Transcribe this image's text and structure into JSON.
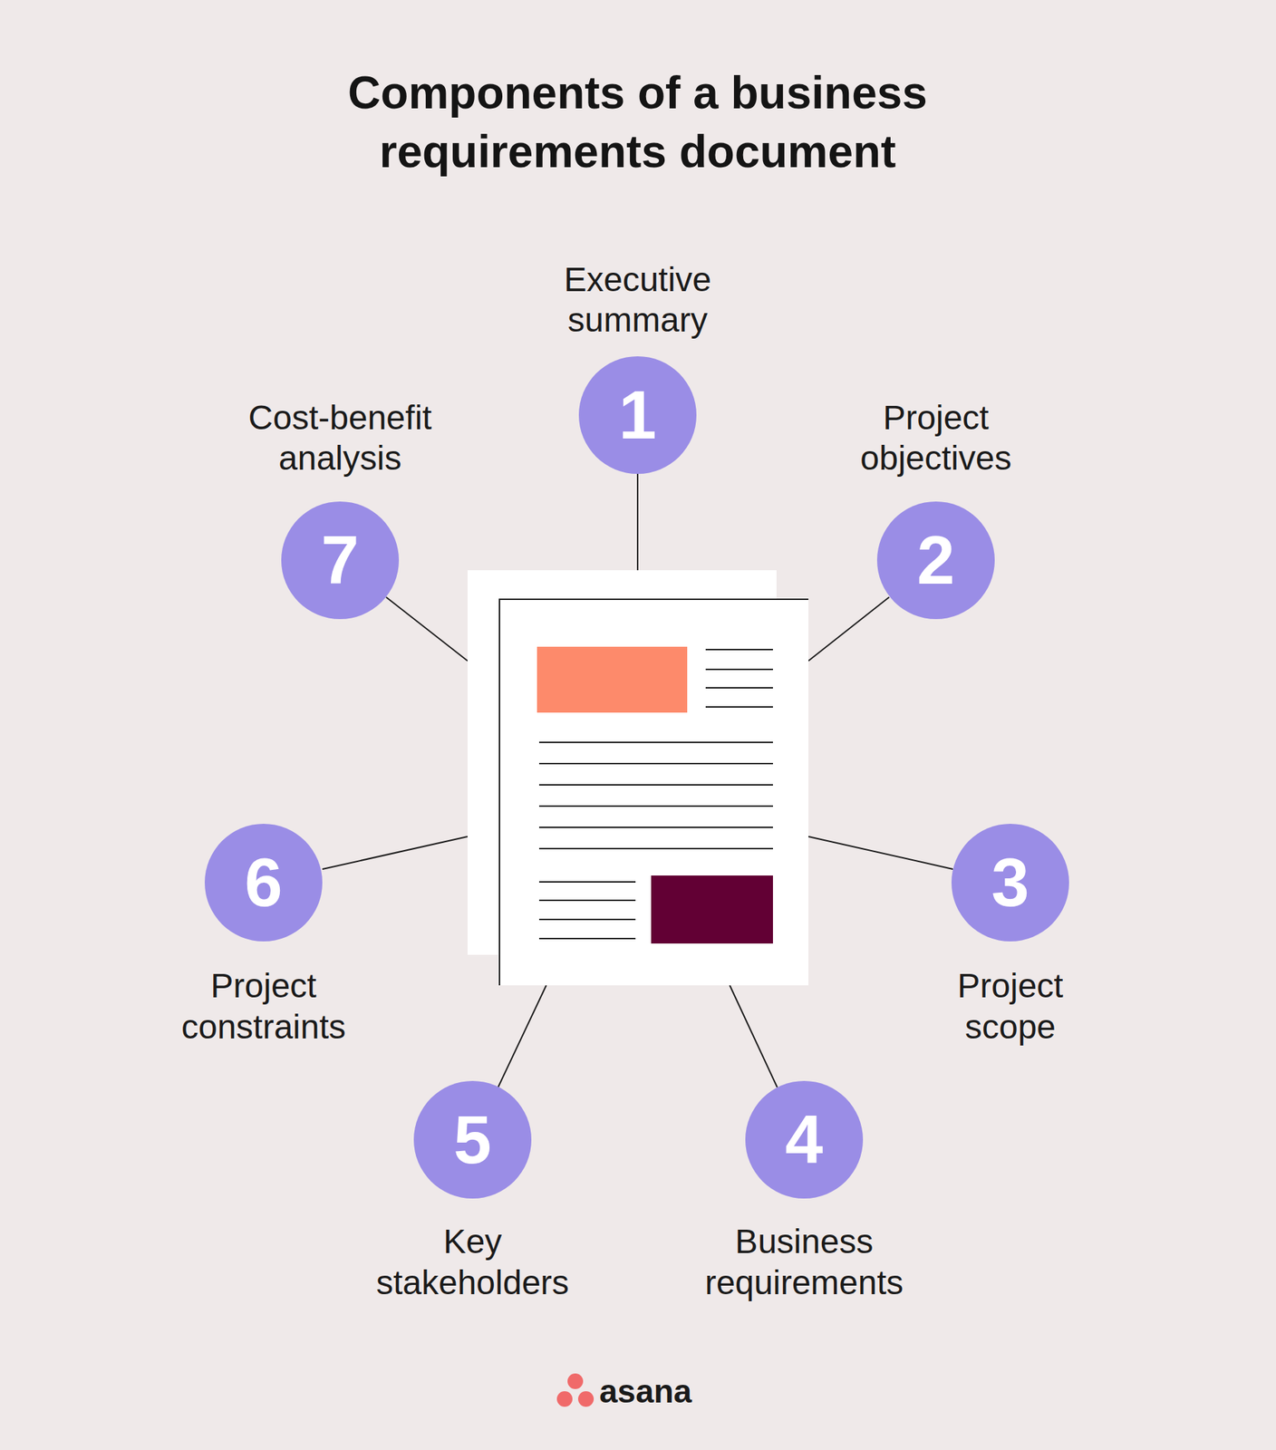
{
  "diagram": {
    "title": "Components of a business requirements document",
    "nodes": [
      {
        "text": [
          "1",
          "Executive summary"
        ]
      },
      {
        "text": [
          "2",
          "Project objectives"
        ]
      },
      {
        "text": [
          "3",
          "Project scope"
        ]
      },
      {
        "text": [
          "4",
          "Business requirements"
        ]
      },
      {
        "text": [
          "5",
          "Key stakeholders"
        ]
      },
      {
        "text": [
          "6",
          "Project constraints"
        ]
      },
      {
        "text": [
          "7",
          "Cost-benefit analysis"
        ]
      }
    ],
    "labels": [
      "asana"
    ]
  }
}
